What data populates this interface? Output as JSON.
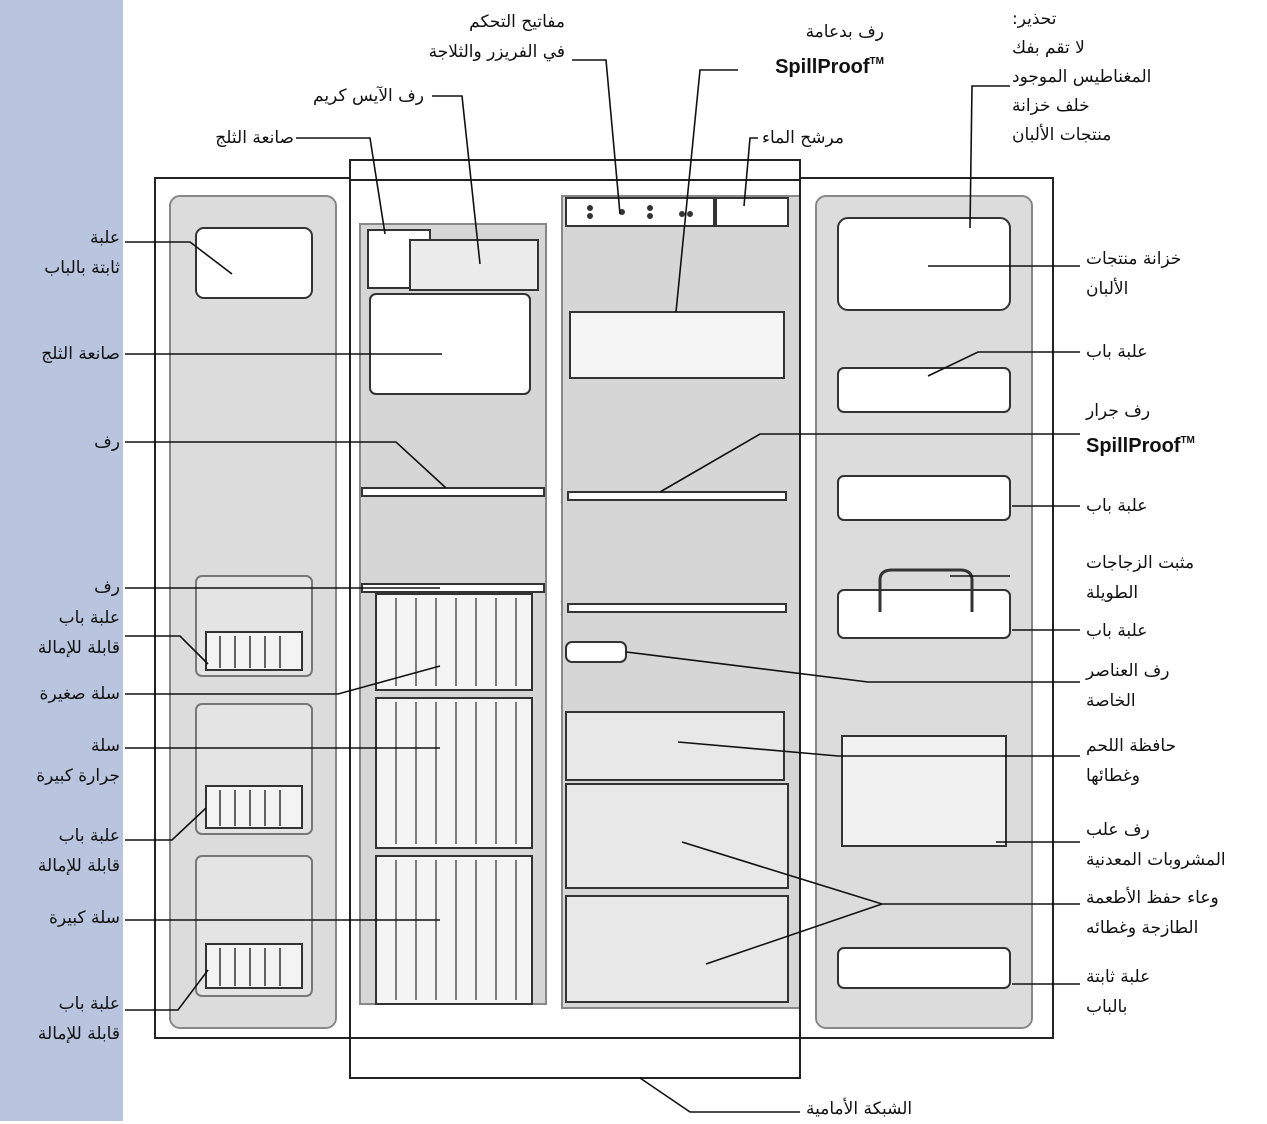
{
  "labels": {
    "door_bin_fixed_left": [
      "علبة",
      "ثابتة بالباب"
    ],
    "ice_maker_left": "صانعة الثلج",
    "shelf_1": "رف",
    "shelf_2": "رف",
    "tilt_bin_1": [
      "علبة باب",
      "قابلة للإمالة"
    ],
    "small_basket": "سلة صغيرة",
    "large_slide_basket": [
      "سلة",
      "جرارة كبيرة"
    ],
    "tilt_bin_2": [
      "علبة باب",
      "قابلة للإمالة"
    ],
    "large_basket": "سلة كبيرة",
    "tilt_bin_3": [
      "علبة باب",
      "قابلة للإمالة"
    ],
    "controls": [
      "مفاتيح التحكم",
      "في الفريزر والثلاجة"
    ],
    "ice_cream_shelf": "رف الآيس كريم",
    "ice_maker_top": "صانعة الثلج",
    "spillproof_support": {
      "text": "رف بدعامة",
      "brand": "SpillProof",
      "tm": "TM"
    },
    "water_filter": "مرشح الماء",
    "warning": [
      "تحذير:",
      "لا تقم بفك",
      "المغناطيس الموجود",
      "خلف خزانة",
      "منتجات الألبان"
    ],
    "dairy_compartment": [
      "خزانة منتجات",
      "الألبان"
    ],
    "door_bin_1": "علبة باب",
    "spillproof_slide": {
      "text": "رف جرار",
      "brand": "SpillProof",
      "tm": "TM"
    },
    "door_bin_2": "علبة باب",
    "tall_bottle_retainer": [
      "مثبت الزجاجات",
      "الطويلة"
    ],
    "door_bin_3": "علبة باب",
    "specialty_shelf": [
      "رف العناصر",
      "الخاصة"
    ],
    "meat_drawer": [
      "حافظة اللحم",
      "وغطائها"
    ],
    "can_rack": [
      "رف علب",
      "المشروبات المعدنية"
    ],
    "crisper": [
      "وعاء حفظ الأطعمة",
      "الطازجة وغطائه"
    ],
    "fixed_bin_right": [
      "علبة ثابتة",
      "بالباب"
    ],
    "grille": "الشبكة الأمامية"
  }
}
